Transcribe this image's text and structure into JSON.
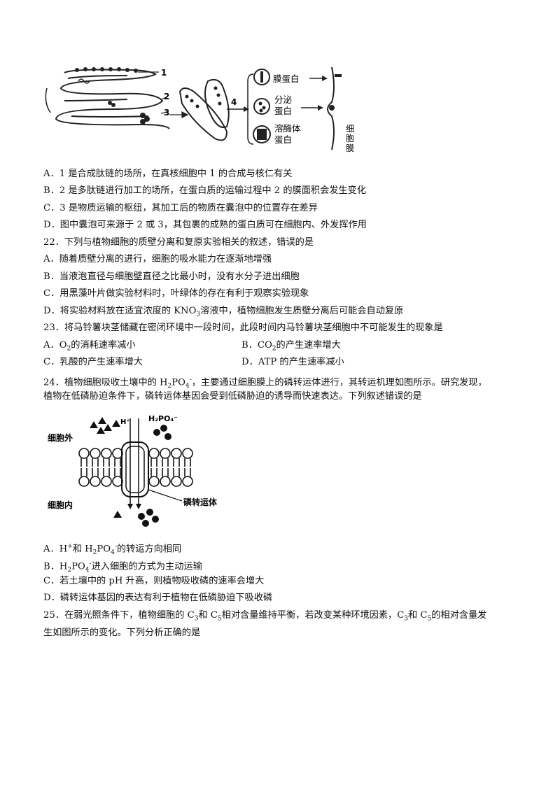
{
  "figure1": {
    "labels": [
      "1",
      "2",
      "3",
      "4"
    ],
    "boxes": [
      "膜蛋白",
      "分泌蛋白",
      "溶酶体蛋白"
    ],
    "box_lines": {
      "b2a": "分泌",
      "b2b": "蛋白",
      "b3a": "溶酶体",
      "b3b": "蛋白"
    },
    "membrane": [
      "细",
      "胞",
      "膜"
    ]
  },
  "q21_options": {
    "a": "A．1 是合成肽链的场所，在真核细胞中 1 的合成与核仁有关",
    "b": "B．2 是多肽链进行加工的场所，在蛋白质的运输过程中 2 的膜面积会发生变化",
    "c": "C．3 是物质运输的枢纽，其加工后的物质在囊泡中的位置存在差异",
    "d": "D．图中囊泡可来源于 2 或 3，其包裹的成熟的蛋白质可在细胞内、外发挥作用"
  },
  "q22": {
    "stem": "22．下列与植物细胞的质壁分离和复原实验相关的叙述，错误的是",
    "a": "A．随着质壁分离的进行，细胞的吸水能力在逐渐地增强",
    "b": "B．当液泡直径与细胞壁直径之比最小时，没有水分子进出细胞",
    "c": "C．用黑藻叶片做实验材料时，叶绿体的存在有利于观察实验现象",
    "d_pre": "D．将实验材料放在适宜浓度的 KNO",
    "d_sub": "3",
    "d_post": "溶液中，植物细胞发生质壁分离后可能会自动复原"
  },
  "q23": {
    "stem": "23．将马铃薯块茎储藏在密闭环境中一段时间，此段时间内马铃薯块茎细胞中不可能发生的现象是",
    "a_pre": "A．O",
    "a_sub": "2",
    "a_post": "的消耗速率减小",
    "b_pre": "B．CO",
    "b_sub": "2",
    "b_post": "的产生速率增大",
    "c": "C．乳酸的产生速率增大",
    "d": "D．ATP 的产生速率减小"
  },
  "q24": {
    "stem1_pre": "24．植物细胞吸收土壤中的 H",
    "stem1_s1": "2",
    "stem1_mid": "PO",
    "stem1_s2": "4",
    "stem1_sup": "-",
    "stem1_post": "，主要通过细胞膜上的磷转运体进行，其转运机理如图所示。研究发现，",
    "stem2": "植物在低磷胁迫条件下，磷转运体基因会受到低磷胁迫的诱导而快速表达。下列叙述错误的是",
    "fig_outside": "细胞外",
    "fig_inside": "细胞内",
    "fig_transporter": "磷转运体",
    "fig_h": "H⁺",
    "fig_p": "H₂PO₄⁻",
    "a_pre": "A．H",
    "a_sup": "+",
    "a_mid": "和 H",
    "a_s1": "2",
    "a_mid2": "PO",
    "a_s2": "4",
    "a_sup2": "-",
    "a_post": "的转运方向相同",
    "b_pre": "B．H",
    "b_s1": "2",
    "b_mid": "PO",
    "b_s2": "4",
    "b_sup": "-",
    "b_post": "进入细胞的方式为主动运输",
    "c": "C．若土壤中的 pH 升高，则植物吸收磷的速率会增大",
    "d": "D．磷转运体基因的表达有利于植物在低磷胁迫下吸收磷"
  },
  "q25": {
    "l1_pre": "25．在弱光照条件下，植物细胞的 C",
    "l1_s1": "3",
    "l1_m1": "和 C",
    "l1_s2": "5",
    "l1_m2": "相对含量维持平衡，若改变某种环境因素，C",
    "l1_s3": "3",
    "l1_m3": "和 C",
    "l1_s4": "5",
    "l1_post": "的相对含量发",
    "l2": "生如图所示的变化。下列分析正确的是"
  }
}
